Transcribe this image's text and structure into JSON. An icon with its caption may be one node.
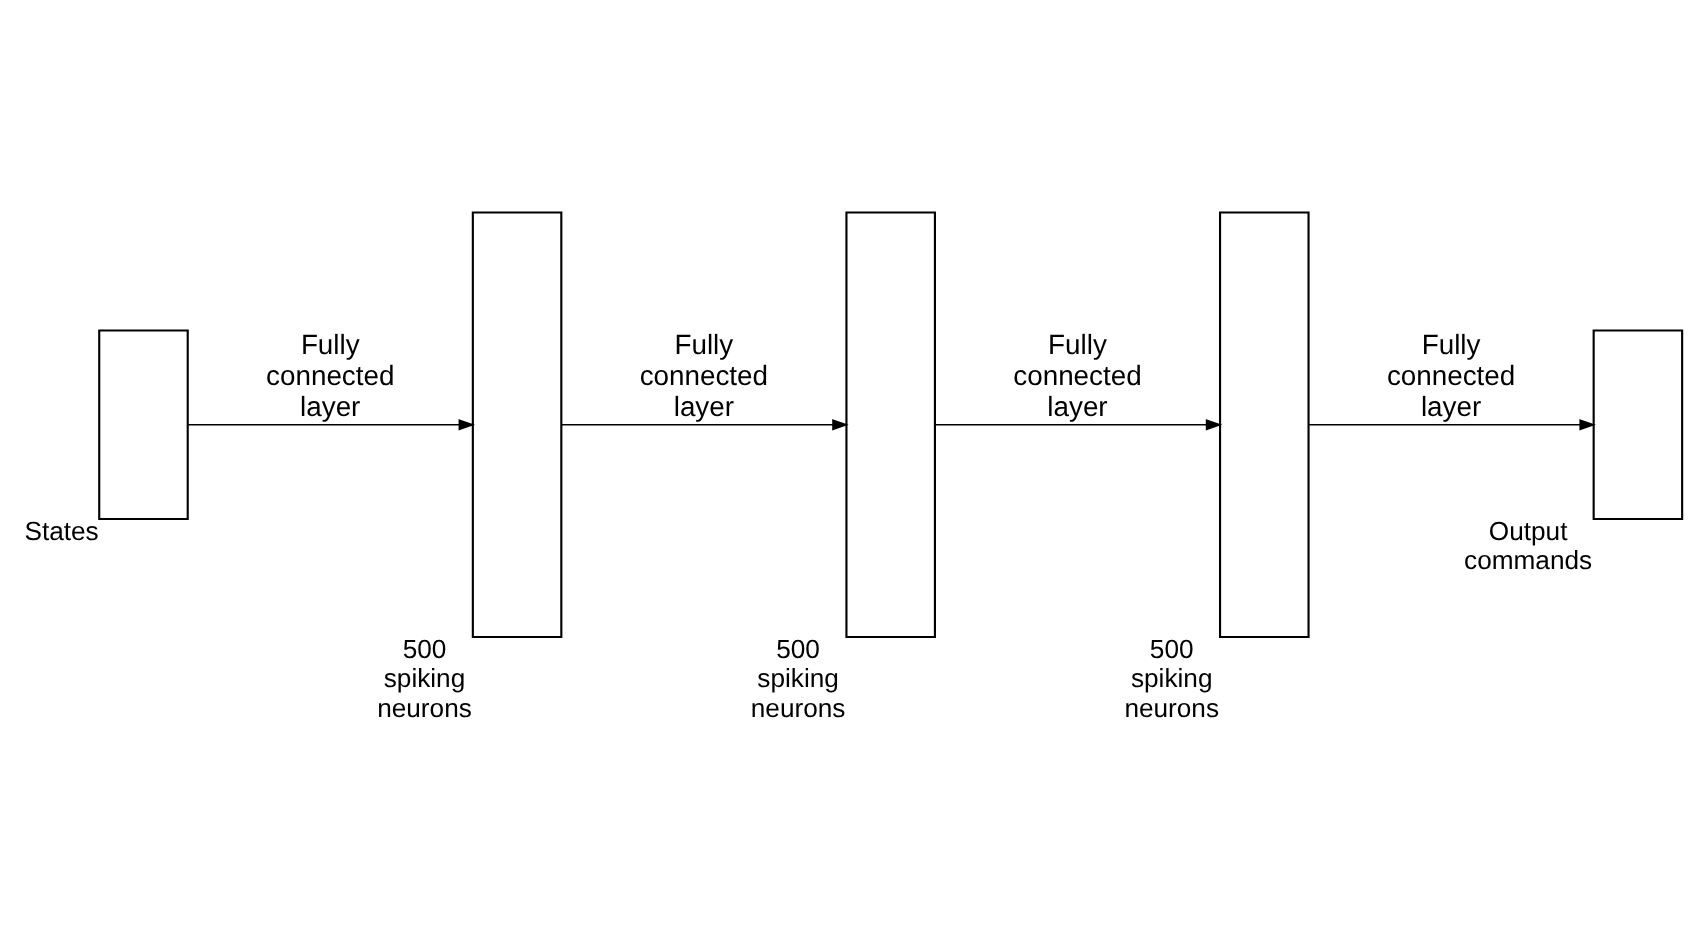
{
  "diagram": {
    "nodes": [
      {
        "text": [],
        "shape": "box",
        "beside": [
          "States"
        ]
      },
      {
        "text": [],
        "shape": "box",
        "beside": [
          "500 spiking neurons"
        ]
      },
      {
        "text": [],
        "shape": "box",
        "beside": [
          "500 spiking neurons"
        ]
      },
      {
        "text": [],
        "shape": "box",
        "beside": [
          "500 spiking neurons"
        ]
      },
      {
        "text": [],
        "shape": "box",
        "beside": [
          "Output commands"
        ]
      }
    ],
    "edges": [
      {
        "from": 0,
        "to": 1,
        "arrow": "to",
        "label": "Fully connected layer"
      },
      {
        "from": 1,
        "to": 2,
        "arrow": "to",
        "label": "Fully connected layer"
      },
      {
        "from": 2,
        "to": 3,
        "arrow": "to",
        "label": "Fully connected layer"
      },
      {
        "from": 3,
        "to": 4,
        "arrow": "to",
        "label": "Fully connected layer"
      }
    ]
  }
}
